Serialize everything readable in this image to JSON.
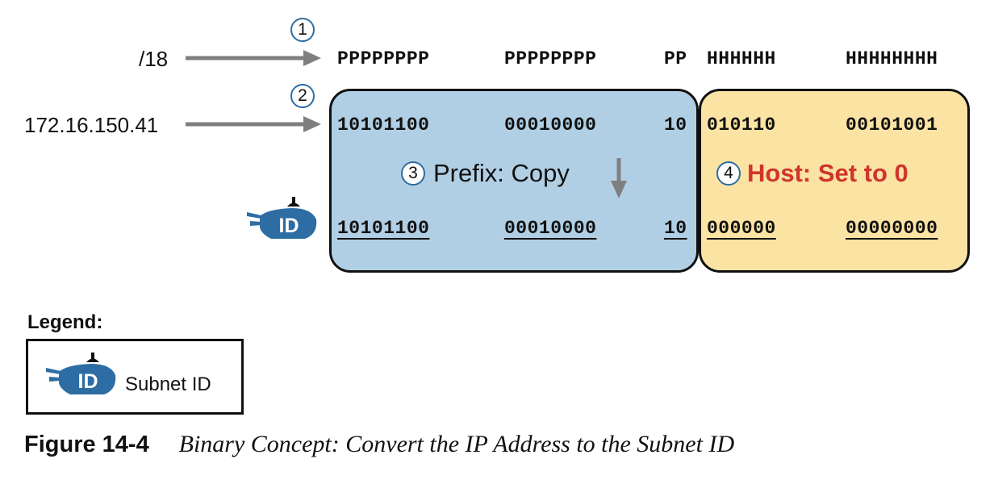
{
  "mask_label": "/18",
  "address_label": "172.16.150.41",
  "steps": {
    "s1": "1",
    "s2": "2",
    "s3": "3",
    "s4": "4"
  },
  "pattern_row": [
    "PPPPPPPP",
    "PPPPPPPP",
    "PP",
    "HHHHHH",
    "HHHHHHHH"
  ],
  "address_row": [
    "10101100",
    "00010000",
    "10",
    "010110",
    "00101001"
  ],
  "subnet_row": [
    "10101100",
    "00010000",
    "10",
    "000000",
    "00000000"
  ],
  "prefix_label": "Prefix: Copy",
  "host_label": "Host: Set to 0",
  "icon_text": "ID",
  "legend": {
    "title": "Legend:",
    "item_label": "Subnet ID"
  },
  "caption": {
    "number": "Figure 14-4",
    "text": "Binary Concept: Convert the IP Address to the Subnet ID"
  },
  "colors": {
    "prefix_fill": "#b1cfe4",
    "host_fill": "#fbe3a3",
    "host_text": "#d0342c",
    "icon_blue": "#2e6da4",
    "arrow_gray": "#7f7f7f"
  }
}
